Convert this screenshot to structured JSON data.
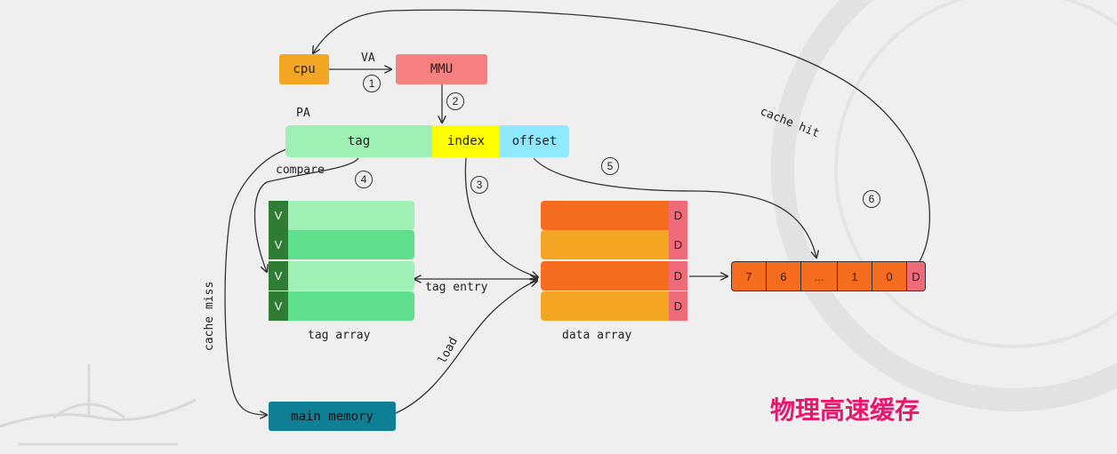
{
  "title": "物理高速缓存",
  "nodes": {
    "cpu": "cpu",
    "mmu": "MMU",
    "tag": "tag",
    "index": "index",
    "offset": "offset",
    "main_memory": "main memory"
  },
  "labels": {
    "va": "VA",
    "pa": "PA",
    "compare": "compare",
    "cache_hit": "cache hit",
    "cache_miss": "cache miss",
    "tag_entry": "tag entry",
    "load": "load",
    "tag_array": "tag array",
    "data_array": "data array"
  },
  "steps": [
    "1",
    "2",
    "3",
    "4",
    "5",
    "6"
  ],
  "tag_array": {
    "valid_label": "V",
    "rows": 4
  },
  "data_array": {
    "dirty_label": "D",
    "rows": 4
  },
  "cache_line": {
    "cells": [
      "7",
      "6",
      "...",
      "1",
      "0"
    ],
    "dirty_label": "D"
  },
  "colors": {
    "cpu": "#f3a623",
    "mmu": "#f48080",
    "tag": "#9ff0b4",
    "index": "#ffff00",
    "offset": "#8fe9ff",
    "valid": "#2e7d32",
    "tag_row_dark": "#5fe08c",
    "tag_row_light": "#9ff0b4",
    "data_row_dark": "#f56c1e",
    "data_row_light": "#f3a623",
    "dirty": "#f06b7a",
    "main_memory": "#0e7f95",
    "title": "#e8176e"
  }
}
